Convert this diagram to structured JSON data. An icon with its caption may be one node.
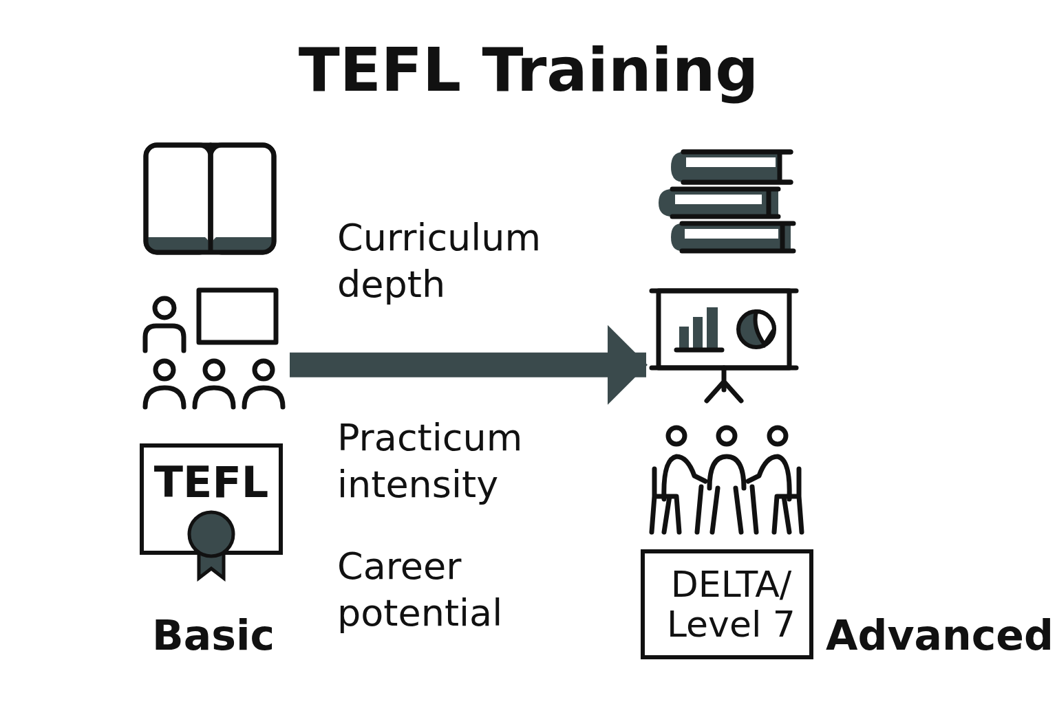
{
  "diagram": {
    "title": "TEFL Training",
    "nodes": [
      {
        "text": [],
        "shape": "picture"
      },
      {
        "text": [],
        "shape": "picture"
      },
      {
        "text": [
          "TEFL"
        ]
      },
      {
        "text": [],
        "shape": "picture"
      },
      {
        "text": [],
        "shape": "picture"
      },
      {
        "text": [],
        "shape": "picture"
      },
      {
        "text": [
          "DELTA/ Level 7"
        ]
      }
    ],
    "edges": [
      {
        "from": 1,
        "to": 4,
        "arrow": "to"
      }
    ],
    "labels": [
      "Curriculum depth",
      "Practicum intensity",
      "Career potential",
      "Basic",
      "Advanced"
    ]
  }
}
